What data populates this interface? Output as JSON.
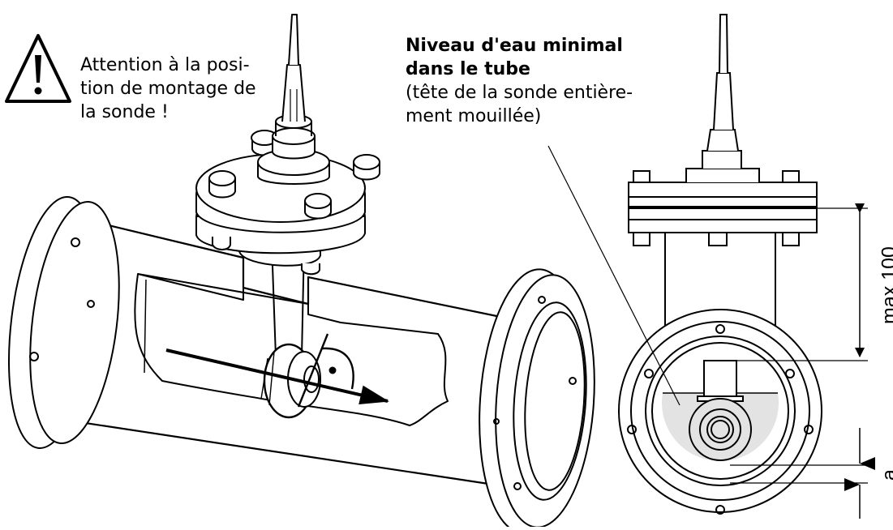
{
  "warning": {
    "icon": "warning-triangle-icon",
    "lines": [
      "Attention à la posi-",
      "tion de montage de",
      "la sonde !"
    ]
  },
  "note": {
    "title_lines": [
      "Niveau d'eau minimal",
      "dans le tube"
    ],
    "detail_lines": [
      "(tête de la sonde entière-",
      "ment mouillée)"
    ]
  },
  "dimensions": {
    "height_label": "max 100",
    "offset_label": "a"
  },
  "colors": {
    "line": "#000000",
    "water": "#e3e3e3",
    "background": "#ffffff"
  }
}
